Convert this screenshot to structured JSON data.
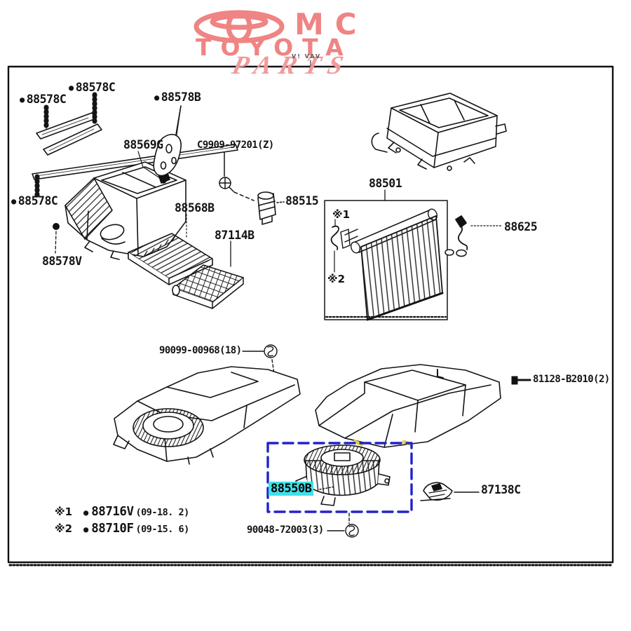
{
  "watermark": {
    "mc": "MC",
    "brand": "TOYOTA",
    "script": "PARTS",
    "tiny": "V! VAV"
  },
  "diagram": {
    "labels": {
      "bullet": "●",
      "l88578c_top": "88578C",
      "l88578c_left": "88578C",
      "l88578c_bottom": "88578C",
      "l88578b": "88578B",
      "l88569g": "88569G",
      "l88578v": "88578V",
      "lc9909": "C9909-97201(Z)",
      "l88515": "88515",
      "l88501": "88501",
      "l88625": "88625",
      "l88568b": "88568B",
      "l87114b": "87114B",
      "l90099": "90099-00968(18)",
      "l81128": "81128-B2010(2)",
      "l87138c": "87138C",
      "l90048": "90048-72003(3)",
      "ref1": "※1",
      "ref2": "※2"
    },
    "highlight": {
      "text": "88550B",
      "color": "#3FE1E8"
    },
    "legend": [
      {
        "ref": "※1",
        "bullet": "●",
        "part": "88716V",
        "range": "(09-18. 2)"
      },
      {
        "ref": "※2",
        "bullet": "●",
        "part": "88710F",
        "range": "(09-15. 6)"
      }
    ]
  },
  "colors": {
    "watermark_pink": "#EF8484",
    "selection_box_blue": "#2222CC",
    "highlight_cyan": "#3FE1E8",
    "line_black": "#141414"
  }
}
